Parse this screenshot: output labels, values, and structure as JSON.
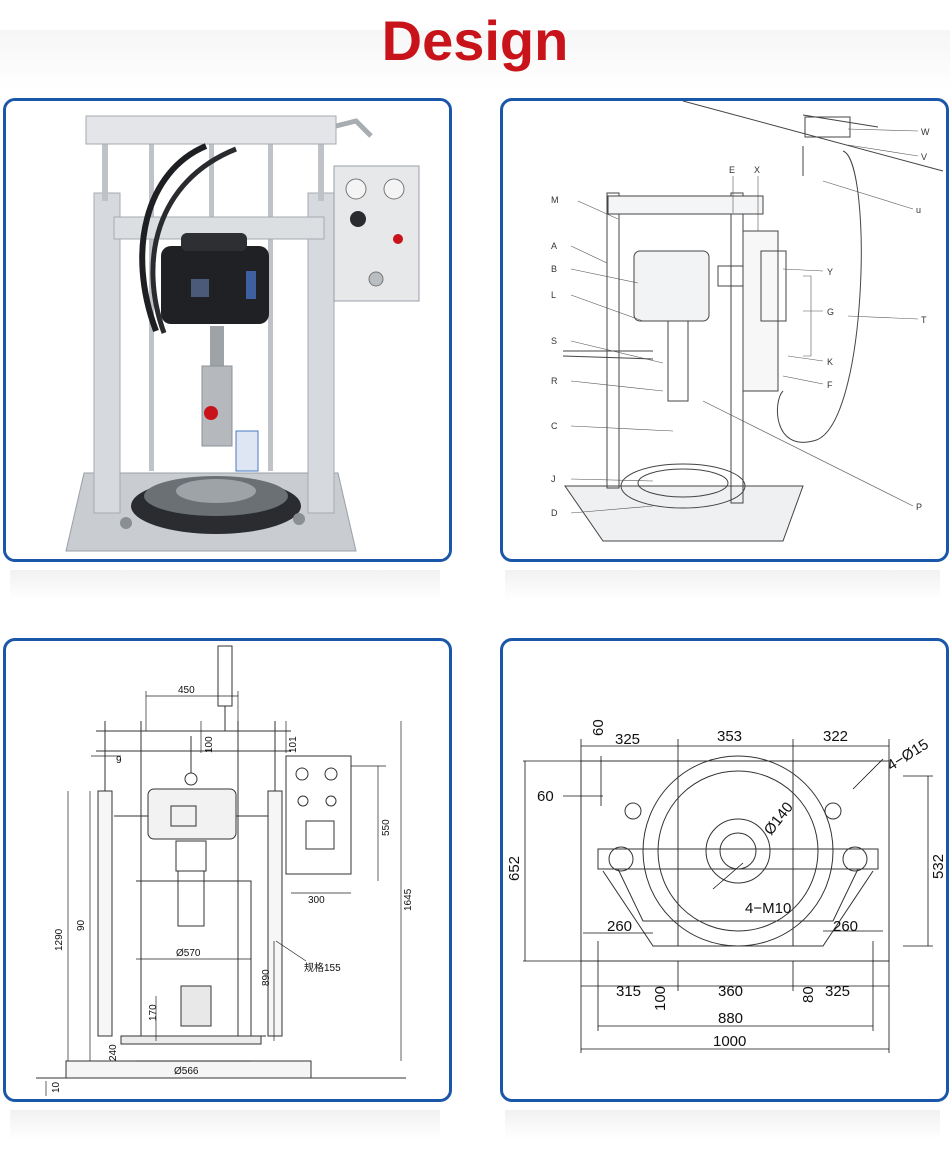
{
  "header": {
    "title": "Design"
  },
  "callouts": [
    "W",
    "V",
    "u",
    "E",
    "X",
    "M",
    "A",
    "B",
    "L",
    "S",
    "R",
    "C",
    "J",
    "D",
    "Y",
    "G",
    "T",
    "K",
    "F",
    "P"
  ],
  "side_dims": {
    "d450": "450",
    "d9": "9",
    "d100": "100",
    "d101": "101",
    "d550": "550",
    "d300": "300",
    "d1645": "1645",
    "d1290": "1290",
    "d90": "90",
    "d570": "Ø570",
    "d890": "890",
    "d170": "170",
    "d240": "240",
    "d566": "Ø566",
    "d10": "10",
    "d155": "规格155"
  },
  "top_dims": {
    "d60a": "60",
    "d325a": "325",
    "d353": "353",
    "d322": "322",
    "d4phi15": "4−Ø15",
    "d60b": "60",
    "d652": "652",
    "d532": "532",
    "d140": "Ø140",
    "d4m10": "4−M10",
    "d260a": "260",
    "d260b": "260",
    "d315": "315",
    "d360": "360",
    "d325b": "325",
    "d100": "100",
    "d80": "80",
    "d880": "880",
    "d1000": "1000"
  }
}
